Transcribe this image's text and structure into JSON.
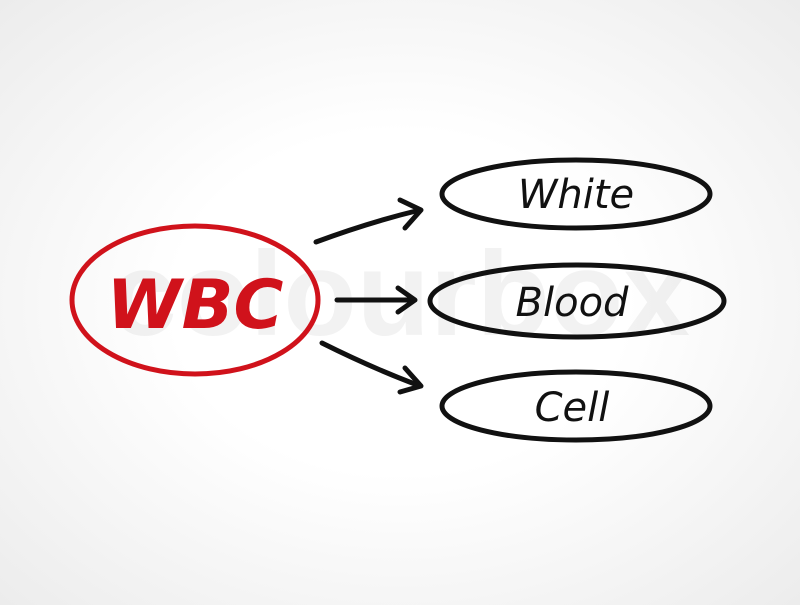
{
  "acronym": {
    "text": "WBC",
    "color": "#d0121b"
  },
  "terms": [
    {
      "text": "White"
    },
    {
      "text": "Blood"
    },
    {
      "text": "Cell"
    }
  ],
  "watermark": "colourbox",
  "colors": {
    "ink": "#111111",
    "accent": "#d0121b"
  }
}
